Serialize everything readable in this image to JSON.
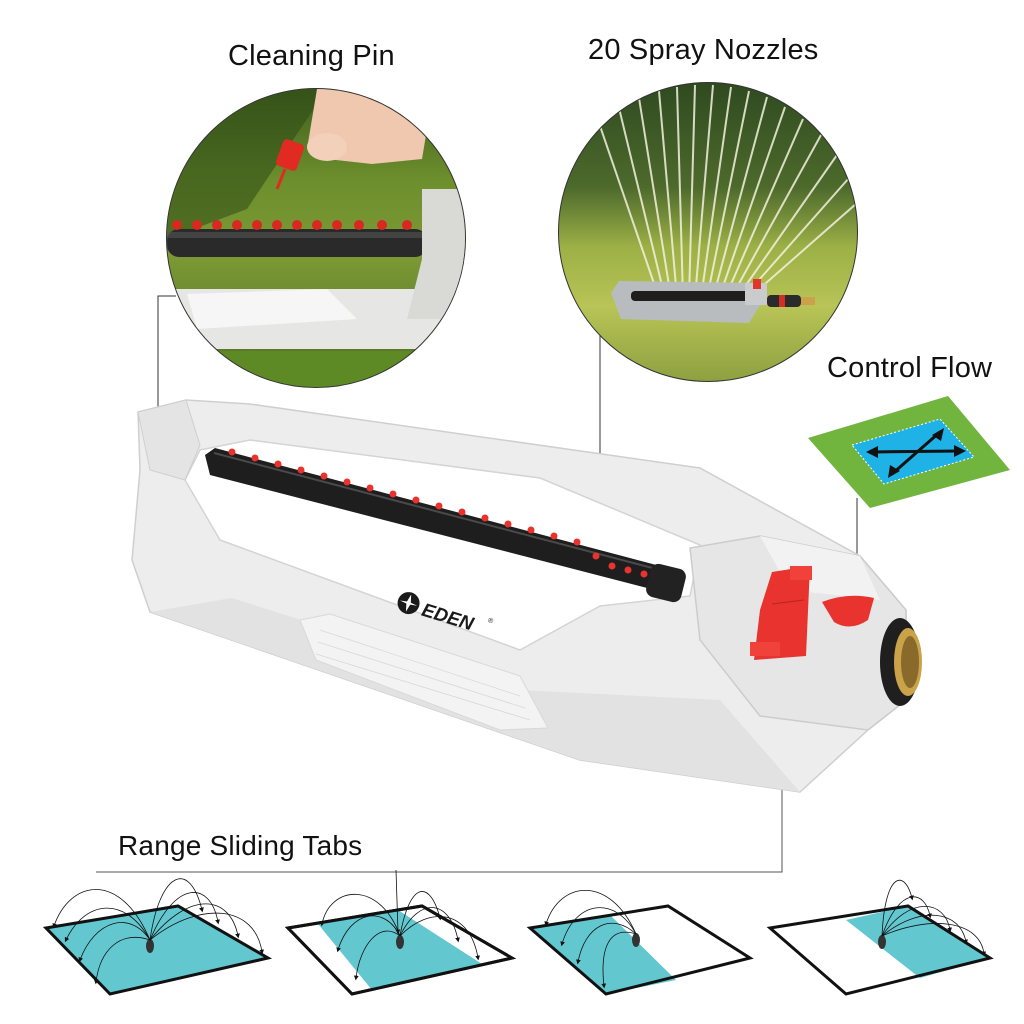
{
  "callouts": {
    "cleaning_pin": "Cleaning Pin",
    "spray_nozzles": "20 Spray Nozzles",
    "control_flow": "Control Flow",
    "range_tabs": "Range Sliding Tabs"
  },
  "brand": {
    "logo_text": "EDEN",
    "registered_mark": "®"
  },
  "colors": {
    "grass": "#6a9a2c",
    "flow_green": "#71b43e",
    "flow_blue": "#1fb2e6",
    "coverage_teal": "#63c7d0",
    "nozzle_red": "#e8332e",
    "body_white": "#eeeeee",
    "tube_black": "#1e1e1e"
  },
  "range_diagrams": [
    {
      "name": "full-coverage",
      "coverage": "full"
    },
    {
      "name": "center-coverage",
      "coverage": "center"
    },
    {
      "name": "left-coverage",
      "coverage": "left"
    },
    {
      "name": "right-coverage",
      "coverage": "right"
    }
  ]
}
